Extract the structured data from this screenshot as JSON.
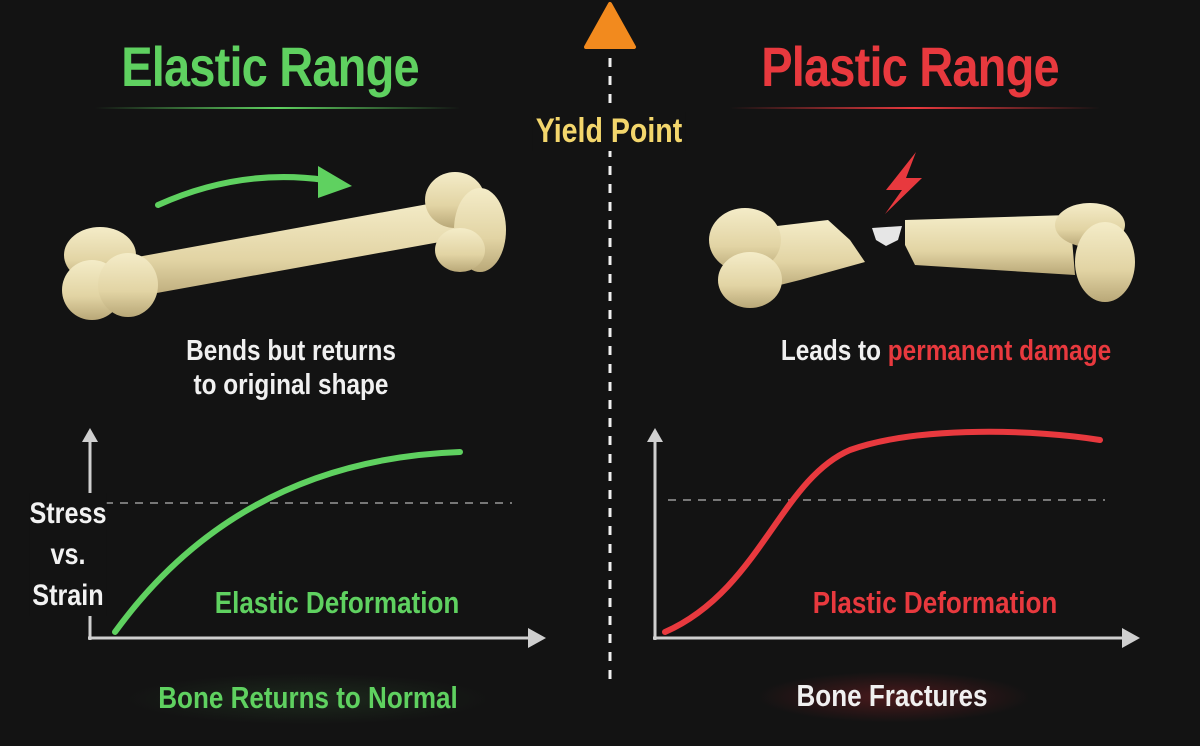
{
  "elastic": {
    "title": "Elastic Range",
    "caption_line1": "Bends but returns",
    "caption_line2": "to original shape",
    "chart_axis_label": [
      "Stress",
      "vs.",
      "Strain"
    ],
    "curve_label": "Elastic Deformation",
    "footer": "Bone Returns to Normal",
    "color": "#5fd160"
  },
  "yield": {
    "label": "Yield Point",
    "marker_color": "#f28a1e",
    "color": "#f3d66c"
  },
  "plastic": {
    "title": "Plastic Range",
    "caption_prefix": "Leads to",
    "caption_highlight": "permanent damage",
    "curve_label": "Plastic Deformation",
    "footer": "Bone Fractures",
    "color": "#e8393e"
  }
}
